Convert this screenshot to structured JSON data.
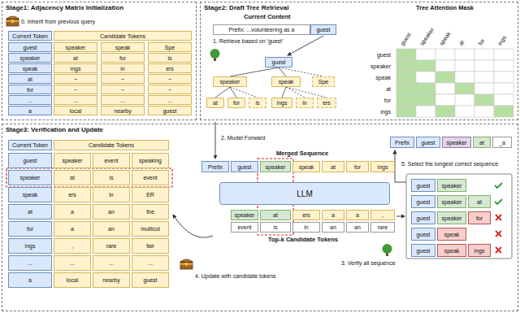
{
  "diagram": {
    "nodes": [
      {
        "text": [
          "Stage1: Adjacency Matrix Initialization"
        ]
      },
      {
        "text": [
          "Stage2: Draft Tree Retrieval"
        ]
      },
      {
        "text": [
          "Stage3: Verification and Update"
        ]
      },
      {
        "text": [
          "guest"
        ],
        "in": 1
      },
      {
        "text": [
          "speaker"
        ],
        "in": 1
      },
      {
        "text": [
          "speak"
        ],
        "in": 1
      },
      {
        "text": [
          "Spe"
        ],
        "in": 1
      },
      {
        "text": [
          "at"
        ],
        "in": 1
      },
      {
        "text": [
          "for"
        ],
        "in": 1
      },
      {
        "text": [
          "is"
        ],
        "in": 1
      },
      {
        "text": [
          "ings"
        ],
        "in": 1
      },
      {
        "text": [
          "in"
        ],
        "in": 1
      },
      {
        "text": [
          "ers"
        ],
        "in": 1
      },
      {
        "text": [
          "LLM"
        ],
        "in": 2
      }
    ],
    "edges": [
      {
        "from": 3,
        "to": 4,
        "arrow": "none"
      },
      {
        "from": 3,
        "to": 5,
        "arrow": "none"
      },
      {
        "from": 3,
        "to": 6,
        "arrow": "none"
      },
      {
        "from": 4,
        "to": 7,
        "arrow": "none"
      },
      {
        "from": 4,
        "to": 8,
        "arrow": "none"
      },
      {
        "from": 4,
        "to": 9,
        "arrow": "none"
      },
      {
        "from": 5,
        "to": 10,
        "arrow": "none"
      },
      {
        "from": 5,
        "to": 11,
        "arrow": "none"
      },
      {
        "from": 5,
        "to": 12,
        "arrow": "none"
      }
    ],
    "labels": [
      "0. Inherit from previous query",
      "Current Token",
      "Candidate Tokens",
      "guest",
      "speaker",
      "speak",
      "Spe",
      "speaker",
      "at",
      "for",
      "is",
      "speak",
      "ings",
      "in",
      "ers",
      "at",
      "~",
      "~",
      "~",
      "for",
      "~",
      "~",
      "~",
      "...",
      "...",
      "...",
      "...",
      "a",
      "local",
      "nearby",
      "guest",
      "Current Content",
      "Prefix: ...volunteering as a",
      "guest",
      "1. Retrieve based on 'guest'",
      "Tree Attention Mask",
      "guest",
      "speaker",
      "speak",
      "at",
      "for",
      "ings",
      "guest",
      "speaker",
      "speak",
      "at",
      "for",
      "ings",
      "Current Token",
      "Candidate Tokens",
      "guest",
      "speaker",
      "event",
      "speaking",
      "speaker",
      "at",
      "is",
      "event",
      "speak",
      "ers",
      "in",
      "ER",
      "at",
      "a",
      "an",
      "the",
      "for",
      "a",
      "an",
      "multicol",
      "ings",
      ",",
      "rare",
      "fair",
      "...",
      "...",
      "...",
      "...",
      "a",
      "local",
      "nearby",
      "guest",
      "2. Model Forward",
      "Merged Sequence",
      "Prefix",
      "guest",
      "speaker",
      "speak",
      "at",
      "for",
      "ings",
      "speaker",
      "at",
      "ers",
      "a",
      "a",
      ",",
      "event",
      "is",
      "in",
      "an",
      "an",
      "rare",
      "Top-k Candidate Tokens",
      "3. Verify all sequence",
      "4. Update with candidate tokens",
      "Prefix",
      "guest",
      "speaker",
      "at",
      "_a",
      "5. Select the longest correct sequence",
      "guest",
      "speaker",
      "guest",
      "speaker",
      "at",
      "guest",
      "speaker",
      "for",
      "guest",
      "speak",
      "guest",
      "speak",
      "ings"
    ]
  }
}
